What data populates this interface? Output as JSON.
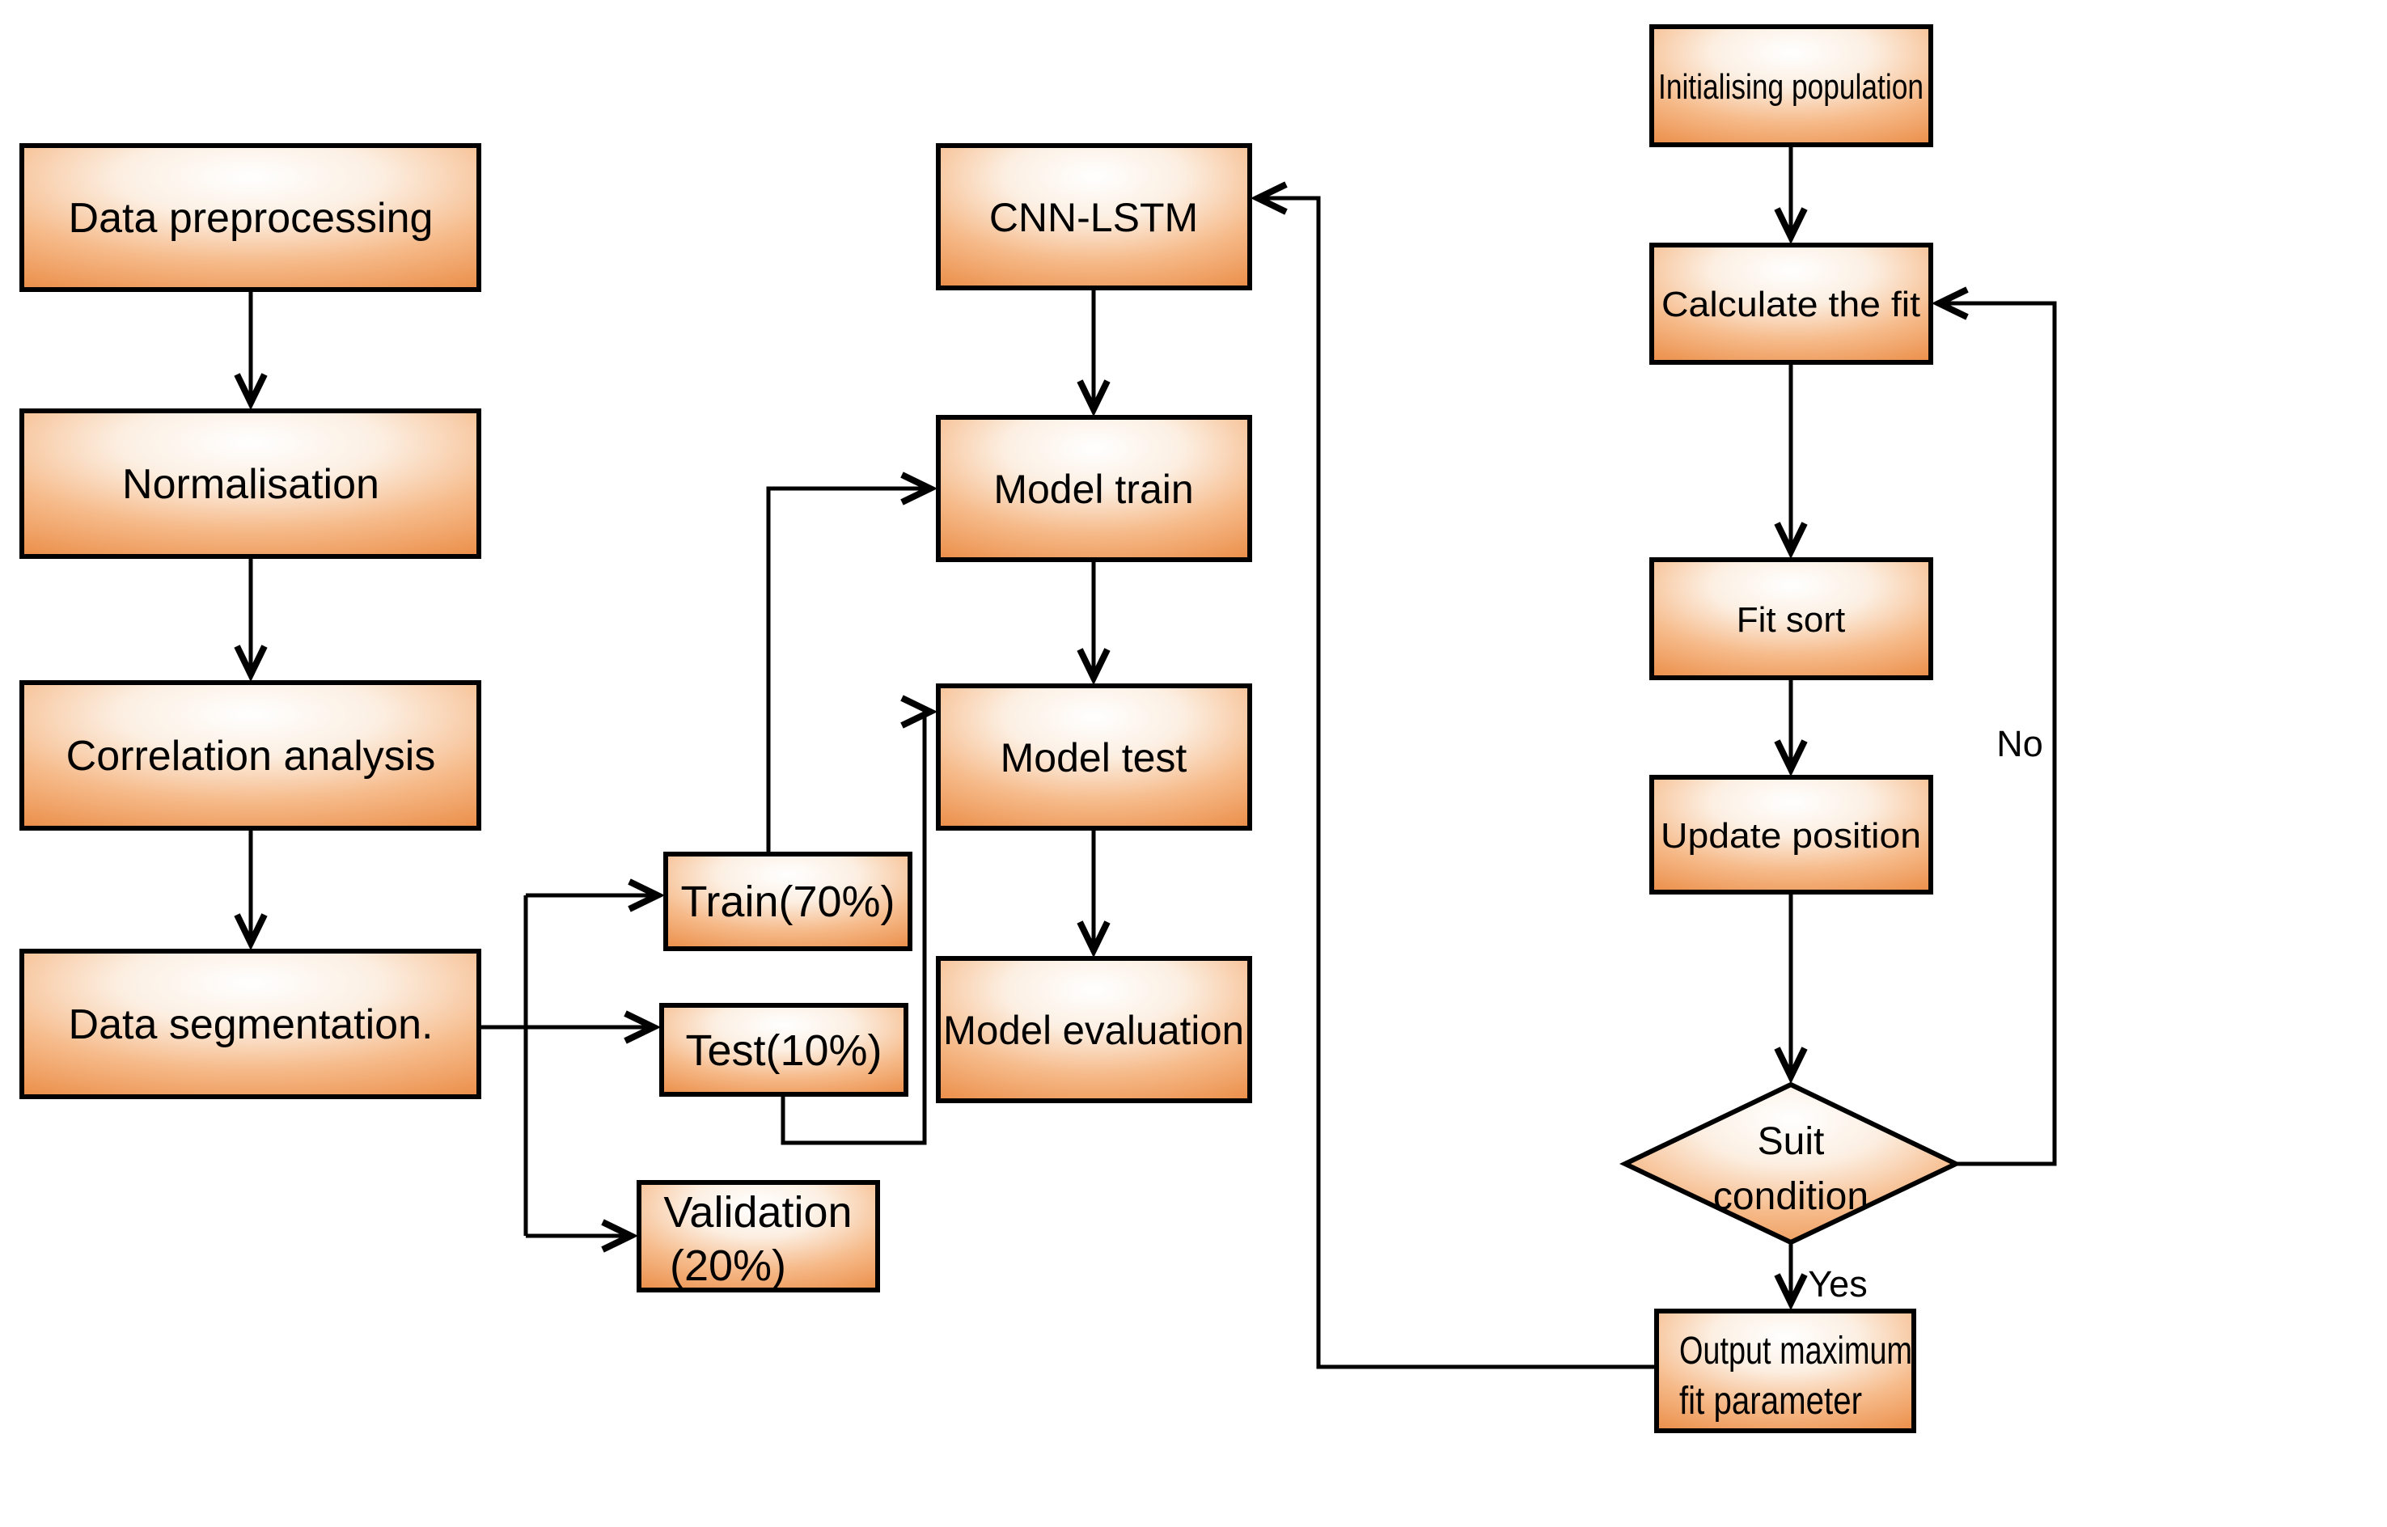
{
  "nodes": {
    "data_preprocessing": "Data preprocessing",
    "normalisation": "Normalisation",
    "correlation_analysis": "Correlation analysis",
    "data_segmentation": "Data  segmentation.",
    "train_split": "Train(70%)",
    "test_split": "Test(10%)",
    "validation_line1": "Validation",
    "validation_line2": "(20%)",
    "cnn_lstm": "CNN-LSTM",
    "model_train": "Model train",
    "model_test": "Model test",
    "model_evaluation": "Model evaluation",
    "initialising_population": "Initialising population",
    "calculate_the_fit": "Calculate the fit",
    "fit_sort": "Fit sort",
    "update_position": "Update position",
    "suit_condition_line1": "Suit",
    "suit_condition_line2": "condition",
    "output_line1": "Output maximum",
    "output_line2": "fit parameter"
  },
  "edge_labels": {
    "yes": "Yes",
    "no": "No"
  },
  "colors": {
    "box_edge_orange": "#ec8f4b",
    "box_mid_orange": "#f6bb8b",
    "box_center": "#ffffff",
    "line_stroke": "#000000",
    "background": "#ffffff"
  }
}
